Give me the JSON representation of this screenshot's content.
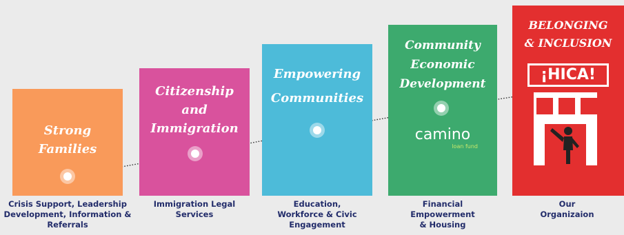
{
  "colors": {
    "background": "#ebebeb",
    "orange": "#f99a5a",
    "magenta": "#d9529d",
    "blue": "#4dbbd9",
    "green": "#3daa6e",
    "red": "#e32f2f",
    "caption": "#222c6a"
  },
  "steps": [
    {
      "title": [
        "Strong",
        "Families"
      ],
      "caption": [
        "Crisis Support, Leadership",
        "Development, Information &",
        "Referrals"
      ]
    },
    {
      "title": [
        "Citizenship",
        "and",
        "Immigration"
      ],
      "caption": [
        "Immigration Legal",
        "Services"
      ]
    },
    {
      "title": [
        "Empowering",
        "Communities"
      ],
      "caption": [
        "Education,",
        "Workforce & Civic",
        "Engagement"
      ]
    },
    {
      "title": [
        "Community",
        "Economic",
        "Development"
      ],
      "caption": [
        "Financial",
        "Empowerment",
        "& Housing"
      ],
      "logo": {
        "name": "camino",
        "sub": "loan fund"
      }
    },
    {
      "title": [
        "BELONGING",
        "& INCLUSION"
      ],
      "caption": [
        "Our",
        "Organizaion"
      ],
      "logo": {
        "name": "¡HICA!"
      }
    }
  ]
}
